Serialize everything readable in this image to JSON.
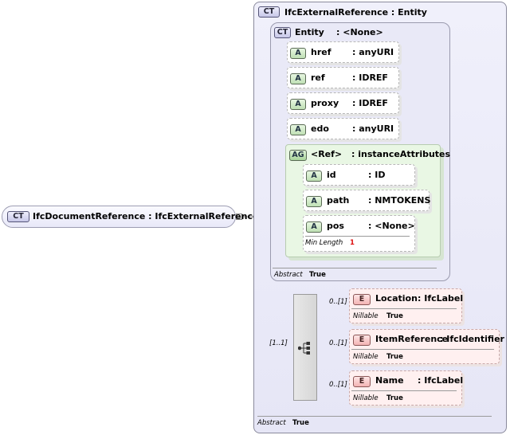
{
  "root": {
    "badge": "CT",
    "label": "IfcDocumentReference : IfcExternalReference"
  },
  "ext_type": {
    "badge": "CT",
    "title": "IfcExternalReference : Entity",
    "abstract_label": "Abstract",
    "abstract_value": "True"
  },
  "entity": {
    "badge": "CT",
    "name": "Entity",
    "type": ": <None>",
    "abstract_label": "Abstract",
    "abstract_value": "True"
  },
  "attributes": [
    {
      "badge": "A",
      "name": "href",
      "type": ": anyURI"
    },
    {
      "badge": "A",
      "name": "ref",
      "type": ": IDREF"
    },
    {
      "badge": "A",
      "name": "proxy",
      "type": ": IDREF"
    },
    {
      "badge": "A",
      "name": "edo",
      "type": ": anyURI"
    }
  ],
  "attribute_group": {
    "badge": "AG",
    "name": "<Ref>",
    "type": ": instanceAttributes",
    "items": [
      {
        "badge": "A",
        "name": "id",
        "type": ": ID"
      },
      {
        "badge": "A",
        "name": "path",
        "type": ": NMTOKENS"
      },
      {
        "badge": "A",
        "name": "pos",
        "type": ": <None>",
        "facet_label": "Min Length",
        "facet_value": "1"
      }
    ]
  },
  "sequence": {
    "occurrence": "[1..1]"
  },
  "elements": [
    {
      "badge": "E",
      "occurrence": "0..[1]",
      "name": "Location",
      "type": ": IfcLabel",
      "nillable_label": "Nillable",
      "nillable_value": "True"
    },
    {
      "badge": "E",
      "occurrence": "0..[1]",
      "name": "ItemReference",
      "type": ": IfcIdentifier",
      "nillable_label": "Nillable",
      "nillable_value": "True"
    },
    {
      "badge": "E",
      "occurrence": "0..[1]",
      "name": "Name",
      "type": ": IfcLabel",
      "nillable_label": "Nillable",
      "nillable_value": "True"
    }
  ]
}
